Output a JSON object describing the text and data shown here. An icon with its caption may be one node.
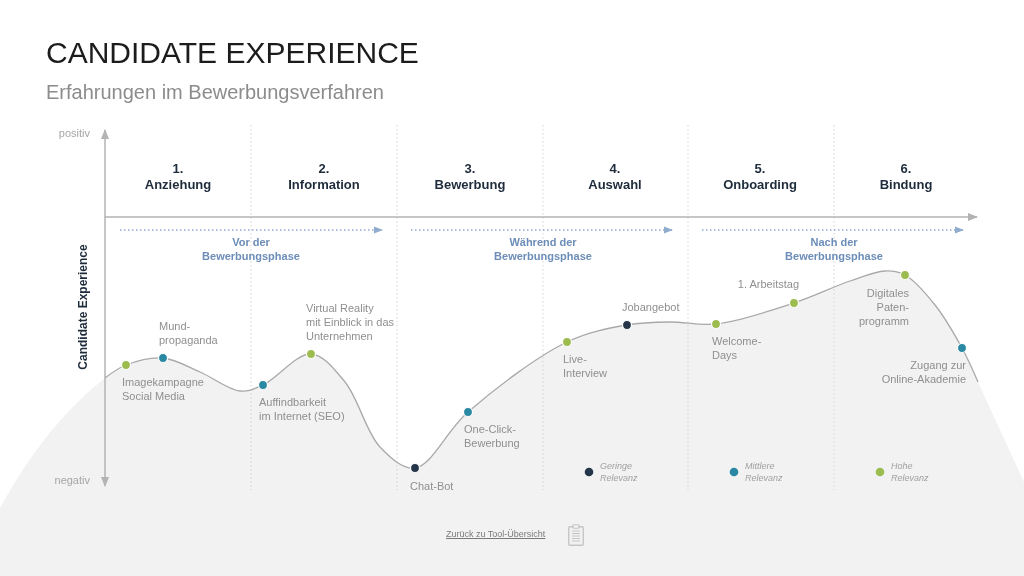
{
  "diagram": {
    "title": "CANDIDATE EXPERIENCE",
    "labels": [
      "Erfahrungen im Bewerbungsverfahren",
      "positiv",
      "1. Anziehung",
      "2. Information",
      "3. Bewerbung",
      "4. Auswahl",
      "5. Onboarding",
      "6. Bindung",
      "Vor der Bewerbungsphase",
      "Während der Bewerbungsphase",
      "Nach der Bewerbungsphase",
      "Candidate Experience",
      "Imagekampagne Social Media",
      "Mund- propaganda",
      "Auffindbarkeit im Internet (SEO)",
      "Virtual Reality mit Einblick in das Unternehmen",
      "Chat-Bot",
      "One-Click- Bewerbung",
      "Live- Interview",
      "Jobangebot",
      "Welcome- Days",
      "1. Arbeitstag",
      "Digitales Paten- programm",
      "Zugang zur Online-Akademie",
      "negativ",
      "Zurück zu Tool-Übersicht"
    ],
    "legend": [
      {
        "text": "Geringe Relevanz",
        "color": "#25364a"
      },
      {
        "text": "Mittlere Relevanz",
        "color": "#2a88a3"
      },
      {
        "text": "Hohe Relevanz",
        "color": "#9cbc50"
      }
    ]
  }
}
